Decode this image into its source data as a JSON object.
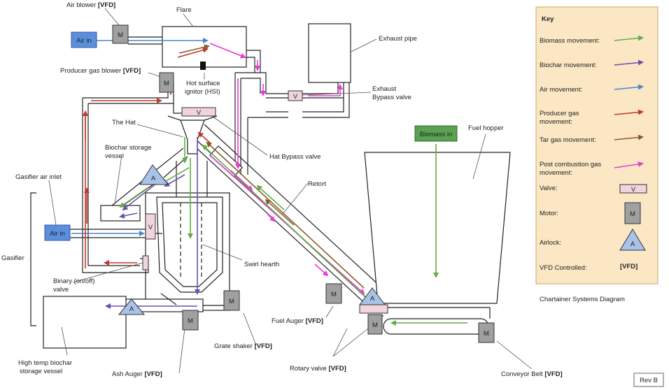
{
  "labels": {
    "air_blower": "Air blower",
    "air_blower_vfd": "[VFD]",
    "flare": "Flare",
    "air_in_top": "Air in",
    "producer_gas_blower": "Producer gas blower",
    "producer_gas_blower_vfd": "[VFD]",
    "hsi_line1": "Hot surface",
    "hsi_line2": "ignitor  (HSI)",
    "exhaust_pipe": "Exhaust pipe",
    "exhaust_bypass_line1": "Exhaust",
    "exhaust_bypass_line2": "Bypass valve",
    "the_hat": "The Hat",
    "biochar_storage_line1": "Biochar storage",
    "biochar_storage_line2": "vessel",
    "hat_bypass_valve": "Hat Bypass valve",
    "gasifier_air_inlet": "Gasifier air inlet",
    "retort": "Retort",
    "air_in_left": "Air in",
    "gasifier": "Gasifier",
    "swirl_hearth": "Swirl hearth",
    "binary_line1": "Binary (on/off)",
    "binary_line2": "valve",
    "high_temp_line1": "High temp biochar",
    "high_temp_line2": "storage vessel",
    "grate_shaker": "Grate shaker",
    "grate_shaker_vfd": "[VFD]",
    "ash_auger": "Ash Auger",
    "ash_auger_vfd": "[VFD]",
    "fuel_auger": "Fuel Auger",
    "fuel_auger_vfd": "[VFD]",
    "rotary_valve": "Rotary valve",
    "rotary_valve_vfd": "[VFD]",
    "conveyor_belt": "Conveyor Belt",
    "conveyor_belt_vfd": "[VFD]",
    "biomass_in": "Biomass in",
    "fuel_hopper": "Fuel hopper",
    "chartainer_title": "Chartainer Systems Diagram",
    "rev": "Rev B",
    "motor_letter": "M",
    "valve_letter": "V",
    "airlock_letter": "A"
  },
  "key": {
    "title": "Key",
    "biomass_line1": "Biomass movement:",
    "biochar_line1": "Biochar movement:",
    "air_line1": "Air movement:",
    "producer_line1": "Producer gas",
    "producer_line2": "movement:",
    "tar_line1": "Tar gas movement:",
    "post_line1": "Post combustion gas",
    "post_line2": "movement:",
    "valve": "Valve:",
    "motor": "Motor:",
    "airlock": "Airlock:",
    "vfd_controlled": "VFD Controlled:",
    "vfd_tag": "[VFD]"
  },
  "colors": {
    "biomass": "#5fae45",
    "biochar": "#6a4fb0",
    "air": "#4a86d0",
    "producer_gas": "#c0392b",
    "tar_gas": "#8b5a2b",
    "post_combustion": "#e83ad6",
    "key_background": "#fbe7c4",
    "valve_fill": "#f2d4dc",
    "motor_fill": "#a0a0a0",
    "airlock_fill": "#a9c3e8",
    "air_in_fill": "#5b8fdc",
    "biomass_in_fill": "#5aa152"
  }
}
